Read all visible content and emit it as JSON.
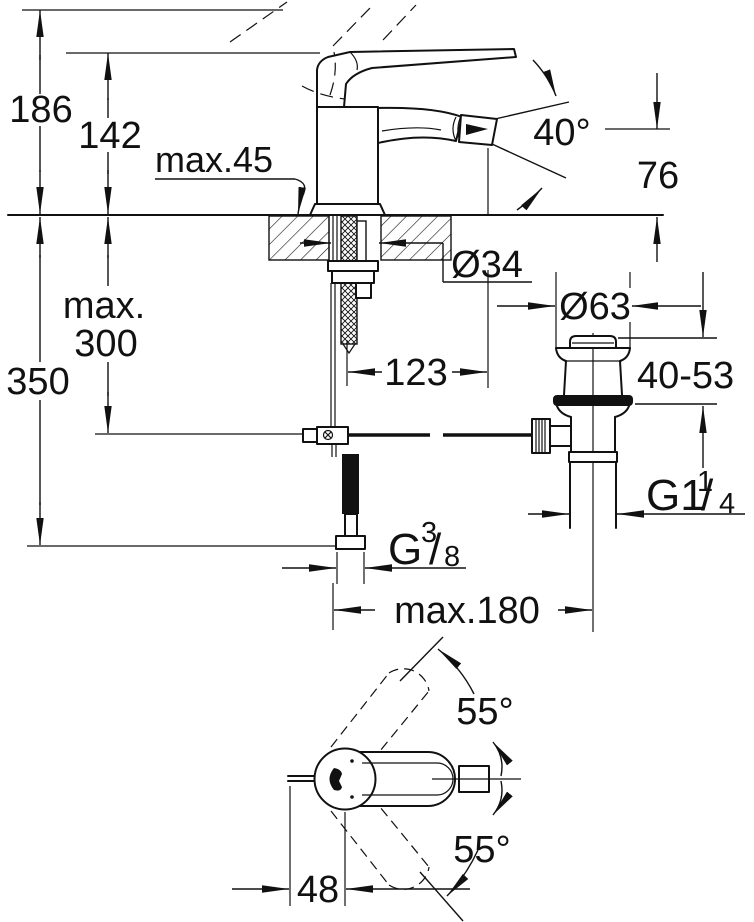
{
  "labels": {
    "h186": "186",
    "h142": "142",
    "max45": "max.45",
    "angle40": "40°",
    "h76": "76",
    "dia34": "Ø34",
    "max300_line1": "max.",
    "max300_line2": "300",
    "h350": "350",
    "w123": "123",
    "dia63": "Ø63",
    "h4053": "40-53",
    "g114_prefix": "G1",
    "g114_sup": "1",
    "g114_slash": "/",
    "g114_sub": "4",
    "g38_prefix": "G",
    "g38_sup": "3",
    "g38_slash": "/",
    "g38_sub": "8",
    "w180": "max.180",
    "angle55_top": "55°",
    "angle55_bottom": "55°",
    "w48": "48"
  },
  "colors": {
    "line": "#111111",
    "background": "#ffffff"
  }
}
